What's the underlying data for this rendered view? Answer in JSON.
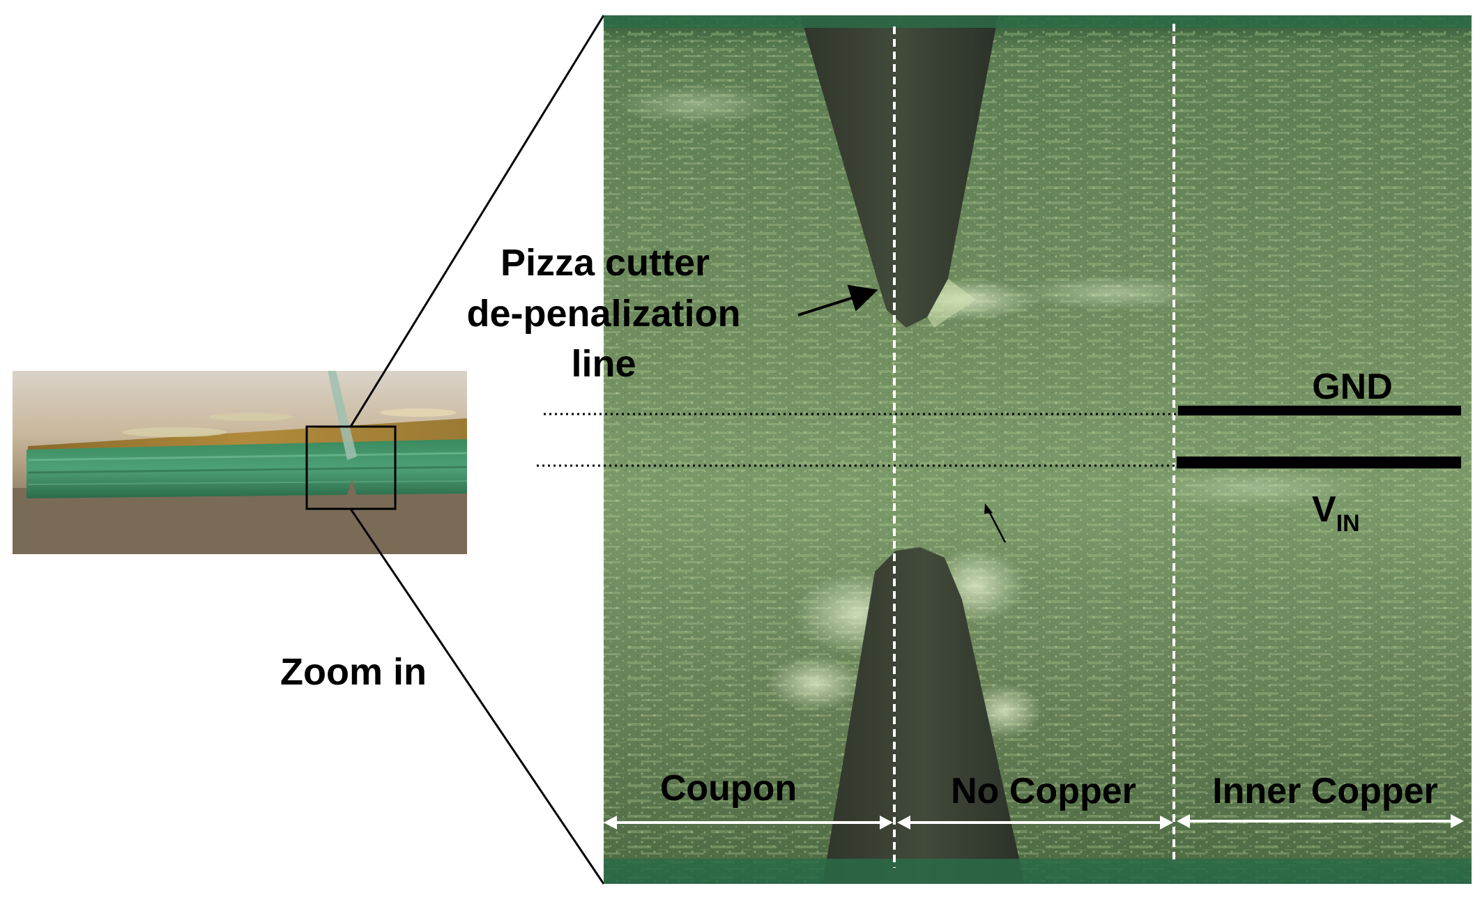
{
  "labels": {
    "pizza_cutter_line1": "Pizza cutter",
    "pizza_cutter_line2": "de-penalization",
    "pizza_cutter_line3": "line",
    "gnd": "GND",
    "vin_main": "V",
    "vin_sub": "IN",
    "zoom_in": "Zoom in",
    "coupon": "Coupon",
    "no_copper": "No Copper",
    "inner_copper": "Inner Copper"
  },
  "colors": {
    "board_green": "#5e7a52",
    "board_edge_green": "#2f7a4e",
    "cutter_dark": "#3c4336",
    "background_tan": "#b8a58a",
    "label_black": "#000000",
    "dimension_white": "#ffffff"
  }
}
